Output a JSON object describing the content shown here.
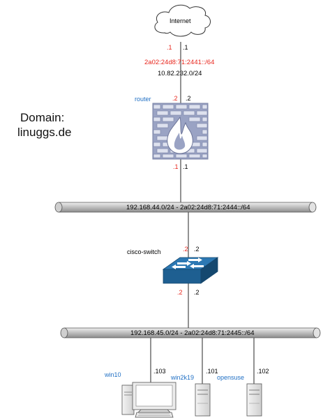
{
  "internet": {
    "label": "Internet",
    "addr_ipv6": ".1",
    "addr_ipv4": ".1"
  },
  "wan": {
    "ipv6": "2a02:24d8:71:2441::/64",
    "ipv4": "10.82.232.0/24"
  },
  "router": {
    "label": "router",
    "top_ipv6": ".2",
    "top_ipv4": ".2",
    "bottom_ipv6": ".1",
    "bottom_ipv4": ".1"
  },
  "domain": {
    "line1": "Domain:",
    "line2": "linuggs.de"
  },
  "net1": {
    "label": "192.168.44.0/24 - 2a02:24d8:71:2444::/64"
  },
  "switch": {
    "label": "cisco-switch",
    "top_ipv6": ".2",
    "top_ipv4": ".2",
    "bottom_ipv6": ".2",
    "bottom_ipv4": ".2"
  },
  "net2": {
    "label": "192.168.45.0/24 - 2a02:24d8:71:2445::/64"
  },
  "hosts": [
    {
      "name": "win10",
      "addr": ".103"
    },
    {
      "name": "win2k19",
      "addr": ".101"
    },
    {
      "name": "opensuse",
      "addr": ".102"
    }
  ],
  "colors": {
    "ipv6": "#e8251c",
    "device_label": "#1f6fc4",
    "switch": "#1e5f91",
    "firewall": "#9aa3c4",
    "pipe": "#c8c8c8"
  }
}
